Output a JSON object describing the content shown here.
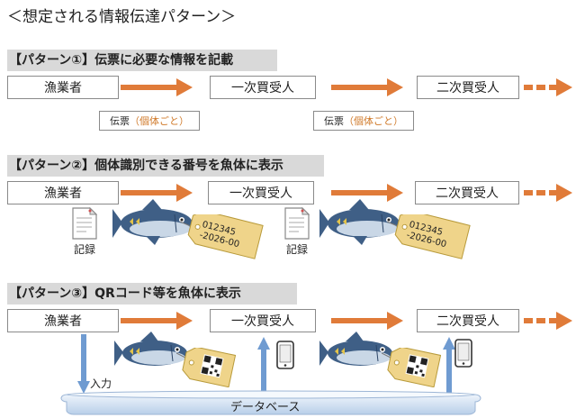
{
  "title": "＜想定される情報伝達パターン＞",
  "patterns": [
    {
      "heading": "【パターン①】伝票に必要な情報を記載",
      "stages": [
        "漁業者",
        "一次買受人",
        "二次買受人"
      ],
      "note_prefix": "伝票",
      "note_suffix": "（個体ごと）"
    },
    {
      "heading": "【パターン②】個体識別できる番号を魚体に表示",
      "stages": [
        "漁業者",
        "一次買受人",
        "二次買受人"
      ],
      "record_label": "記録",
      "tag_line1": "012345",
      "tag_line2": "-2026-00"
    },
    {
      "heading": "【パターン③】QRコード等を魚体に表示",
      "stages": [
        "漁業者",
        "一次買受人",
        "二次買受人"
      ],
      "input_label": "入力",
      "database_label": "データベース"
    }
  ],
  "colors": {
    "arrow": "#e07b39",
    "band": "#d9d9d9",
    "blue_arrow": "#6f9bd1",
    "tag": "#efd48a"
  },
  "icons": [
    "document-icon",
    "tuna-icon",
    "tag-icon",
    "smartphone-icon",
    "qr-code-icon",
    "database-icon"
  ]
}
